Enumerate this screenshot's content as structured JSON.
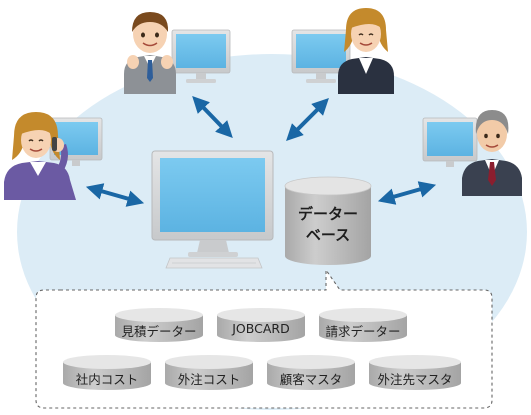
{
  "database": {
    "line1": "データー",
    "line2": "ベース"
  },
  "top_row": [
    "見積データー",
    "JOBCARD",
    "請求データー"
  ],
  "bottom_row": [
    "社内コスト",
    "外注コスト",
    "顧客マスタ",
    "外注先マスタ"
  ],
  "colors": {
    "background_blob": "#dcecf6",
    "screen": "#6fc1ea",
    "monitor_frame": "#d4d6d8",
    "cylinder_top": "#e4e4e4",
    "cylinder_body": "#b9b9b9",
    "arrow": "#1a67a5",
    "dashed_border": "#666666"
  },
  "icons": [
    "person-icon",
    "computer-icon",
    "database-icon",
    "double-arrow-icon"
  ]
}
